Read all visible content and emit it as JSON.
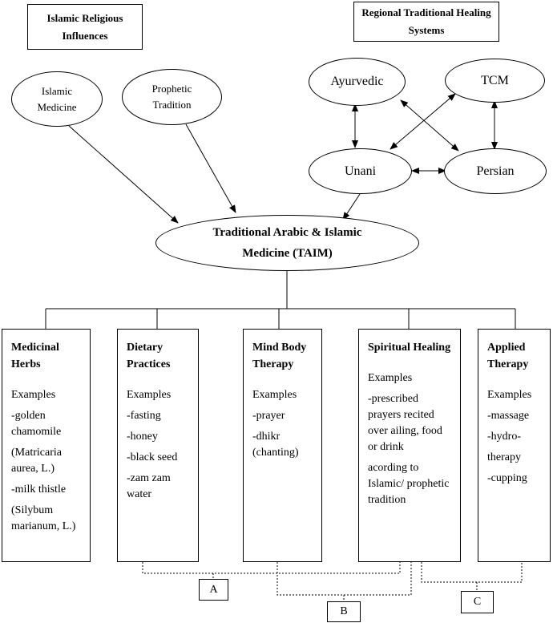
{
  "influences": {
    "religious_title": "Islamic Religious Influences",
    "regional_title": "Regional Traditional Healing Systems"
  },
  "religious_nodes": [
    "Islamic Medicine",
    "Prophetic Tradition"
  ],
  "regional_nodes": [
    "Ayurvedic",
    "TCM",
    "Unani",
    "Persian"
  ],
  "central": "Traditional Arabic & Islamic Medicine (TAIM)",
  "examples_label": "Examples",
  "categories": [
    {
      "title": "Medicinal Herbs",
      "items": [
        "-golden chamomile",
        "(Matricaria aurea, L.)",
        "-milk thistle",
        "(Silybum marianum, L.)"
      ]
    },
    {
      "title": "Dietary Practices",
      "items": [
        "-fasting",
        "-honey",
        "-black seed",
        "-zam zam water"
      ]
    },
    {
      "title": "Mind Body Therapy",
      "items": [
        "-prayer",
        "-dhikr (chanting)"
      ]
    },
    {
      "title": "Spiritual Healing",
      "items": [
        "-prescribed prayers recited over ailing, food or drink",
        "acording to Islamic/ prophetic tradition"
      ]
    },
    {
      "title": "Applied Therapy",
      "items": [
        "-massage",
        "-hydro-",
        "therapy",
        "-cupping"
      ]
    }
  ],
  "groups": [
    "A",
    "B",
    "C"
  ]
}
